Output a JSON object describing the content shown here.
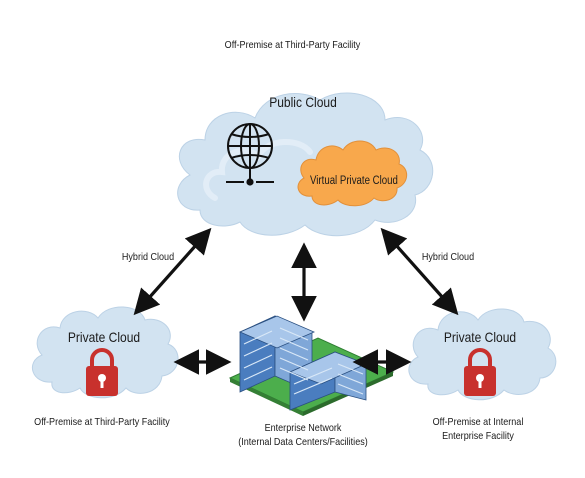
{
  "top_label": "Off-Premise at Third-Party Facility",
  "public_cloud": {
    "title": "Public Cloud"
  },
  "virtual_private_cloud": {
    "title": "Virtual Private Cloud"
  },
  "hybrid_left": "Hybrid Cloud",
  "hybrid_right": "Hybrid Cloud",
  "private_left": {
    "title": "Private Cloud",
    "caption": "Off-Premise at Third-Party Facility"
  },
  "private_right": {
    "title": "Private Cloud",
    "caption_line1": "Off-Premise at Internal",
    "caption_line2": "Enterprise Facility"
  },
  "enterprise": {
    "line1": "Enterprise Network",
    "line2": "(Internal Data Centers/Facilities)"
  },
  "colors": {
    "cloud_fill": "#d2e3f1",
    "cloud_highlight": "#e8f1f9",
    "vpc_fill": "#f8a84c",
    "lock_red": "#c8312d",
    "building_blue": "#5f8fca",
    "grass_green": "#4cae4c",
    "arrow": "#111111"
  },
  "icons": [
    "globe-icon",
    "lock-icon",
    "building-icon"
  ]
}
